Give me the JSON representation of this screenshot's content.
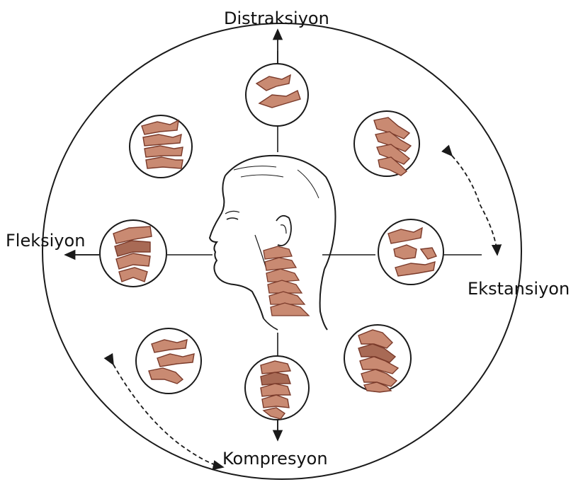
{
  "labels": {
    "top": "Distraksiyon",
    "left": "Fleksiyon",
    "right": "Ekstansiyon",
    "bottom": "Kompresyon"
  },
  "colors": {
    "line": "#1a1a1a",
    "bone": "#c98a72",
    "bone_dark": "#7a3a2a",
    "skin": "#ffffff"
  },
  "icons": [
    "vertebrae-icon",
    "head-profile-icon",
    "arrow-icon"
  ]
}
